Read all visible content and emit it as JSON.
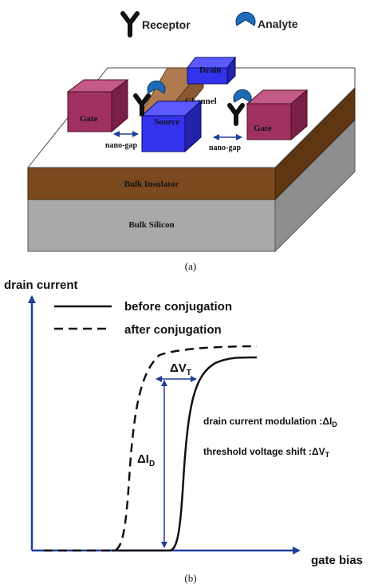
{
  "legend_top": {
    "receptor_label": "Receptor",
    "analyte_label": "Analyte",
    "receptor_icon": "y-shaped-receptor-icon",
    "analyte_icon": "pacman-analyte-icon"
  },
  "device": {
    "drain_label": "Drain",
    "channel_label": "Channel",
    "source_label": "Source",
    "gate_left_label": "Gate",
    "gate_right_label": "Gate",
    "nanogap_left_label": "nano-gap",
    "nanogap_right_label": "nano-gap",
    "bulk_insulator_label": "Bulk Insulator",
    "bulk_silicon_label": "Bulk Silicon",
    "colors": {
      "gate": "#a0305f",
      "channel": "#b07a50",
      "source_drain": "#3333ee",
      "insulator": "#7a4a1e",
      "silicon": "#a9a9a9",
      "top_surface": "#ffffff",
      "analyte": "#1e6bb8"
    }
  },
  "caption_a": "(a)",
  "graph": {
    "y_axis_label": "drain current",
    "x_axis_label": "gate bias",
    "legend_solid": "before conjugation",
    "legend_dashed": "after conjugation",
    "delta_vt_label": "ΔV",
    "delta_vt_sub": "T",
    "delta_id_label": "ΔI",
    "delta_id_sub": "D",
    "modulation_text": "drain current modulation :ΔI",
    "modulation_sub": "D",
    "shift_text": "threshold voltage shift :ΔV",
    "shift_sub": "T",
    "axis_color": "#1f3d99",
    "arrow_color": "#1f3d99"
  },
  "caption_b": "(b)"
}
